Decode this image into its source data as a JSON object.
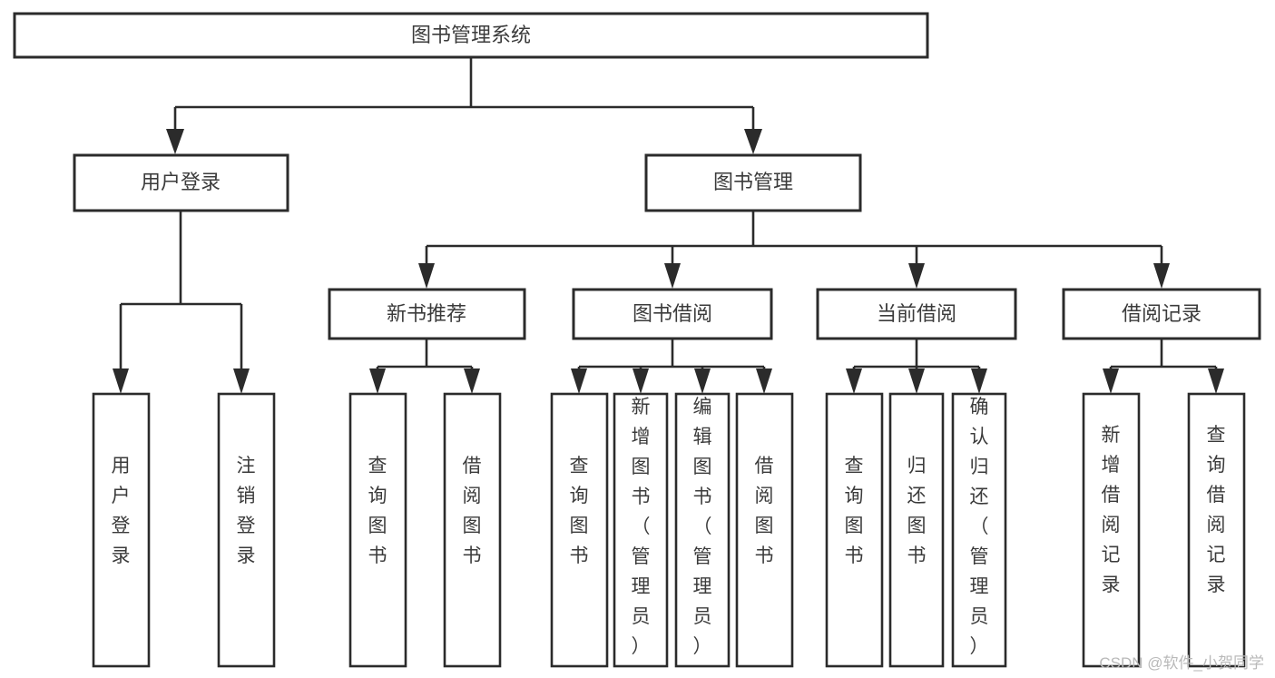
{
  "diagram": {
    "type": "tree-hierarchy-chart",
    "title_node": {
      "label": "图书管理系统"
    },
    "level2": [
      {
        "id": "user-login",
        "label": "用户登录"
      },
      {
        "id": "book-management",
        "label": "图书管理"
      }
    ],
    "level3": [
      {
        "id": "new-book-recommend",
        "label": "新书推荐",
        "parent": "book-management"
      },
      {
        "id": "book-borrow",
        "label": "图书借阅",
        "parent": "book-management"
      },
      {
        "id": "current-borrow",
        "label": "当前借阅",
        "parent": "book-management"
      },
      {
        "id": "borrow-record",
        "label": "借阅记录",
        "parent": "book-management"
      }
    ],
    "leaves": [
      {
        "id": "leaf-user-login",
        "label": "用户登录",
        "parent": "user-login"
      },
      {
        "id": "leaf-logout-login",
        "label": "注销登录",
        "parent": "user-login"
      },
      {
        "id": "leaf-query-book-1",
        "label": "查询图书",
        "parent": "new-book-recommend"
      },
      {
        "id": "leaf-borrow-book-1",
        "label": "借阅图书",
        "parent": "new-book-recommend"
      },
      {
        "id": "leaf-query-book-2",
        "label": "查询图书",
        "parent": "book-borrow"
      },
      {
        "id": "leaf-add-book",
        "label": "新增图书（管理员）",
        "parent": "book-borrow"
      },
      {
        "id": "leaf-edit-book",
        "label": "编辑图书（管理员）",
        "parent": "book-borrow"
      },
      {
        "id": "leaf-borrow-book-2",
        "label": "借阅图书",
        "parent": "book-borrow"
      },
      {
        "id": "leaf-query-book-3",
        "label": "查询图书",
        "parent": "current-borrow"
      },
      {
        "id": "leaf-return-book",
        "label": "归还图书",
        "parent": "current-borrow"
      },
      {
        "id": "leaf-confirm-return",
        "label": "确认归还（管理员）",
        "parent": "current-borrow"
      },
      {
        "id": "leaf-add-record",
        "label": "新增借阅记录",
        "parent": "borrow-record"
      },
      {
        "id": "leaf-query-record",
        "label": "查询借阅记录",
        "parent": "borrow-record"
      }
    ],
    "colors": {
      "box_stroke": "#2b2b2b",
      "box_fill": "#ffffff",
      "text": "#3b3b3b",
      "connector": "#2b2b2b",
      "background": "#ffffff",
      "watermark": "#b9b9b9"
    }
  },
  "watermark": {
    "text": "CSDN @软件_小贺同学"
  }
}
